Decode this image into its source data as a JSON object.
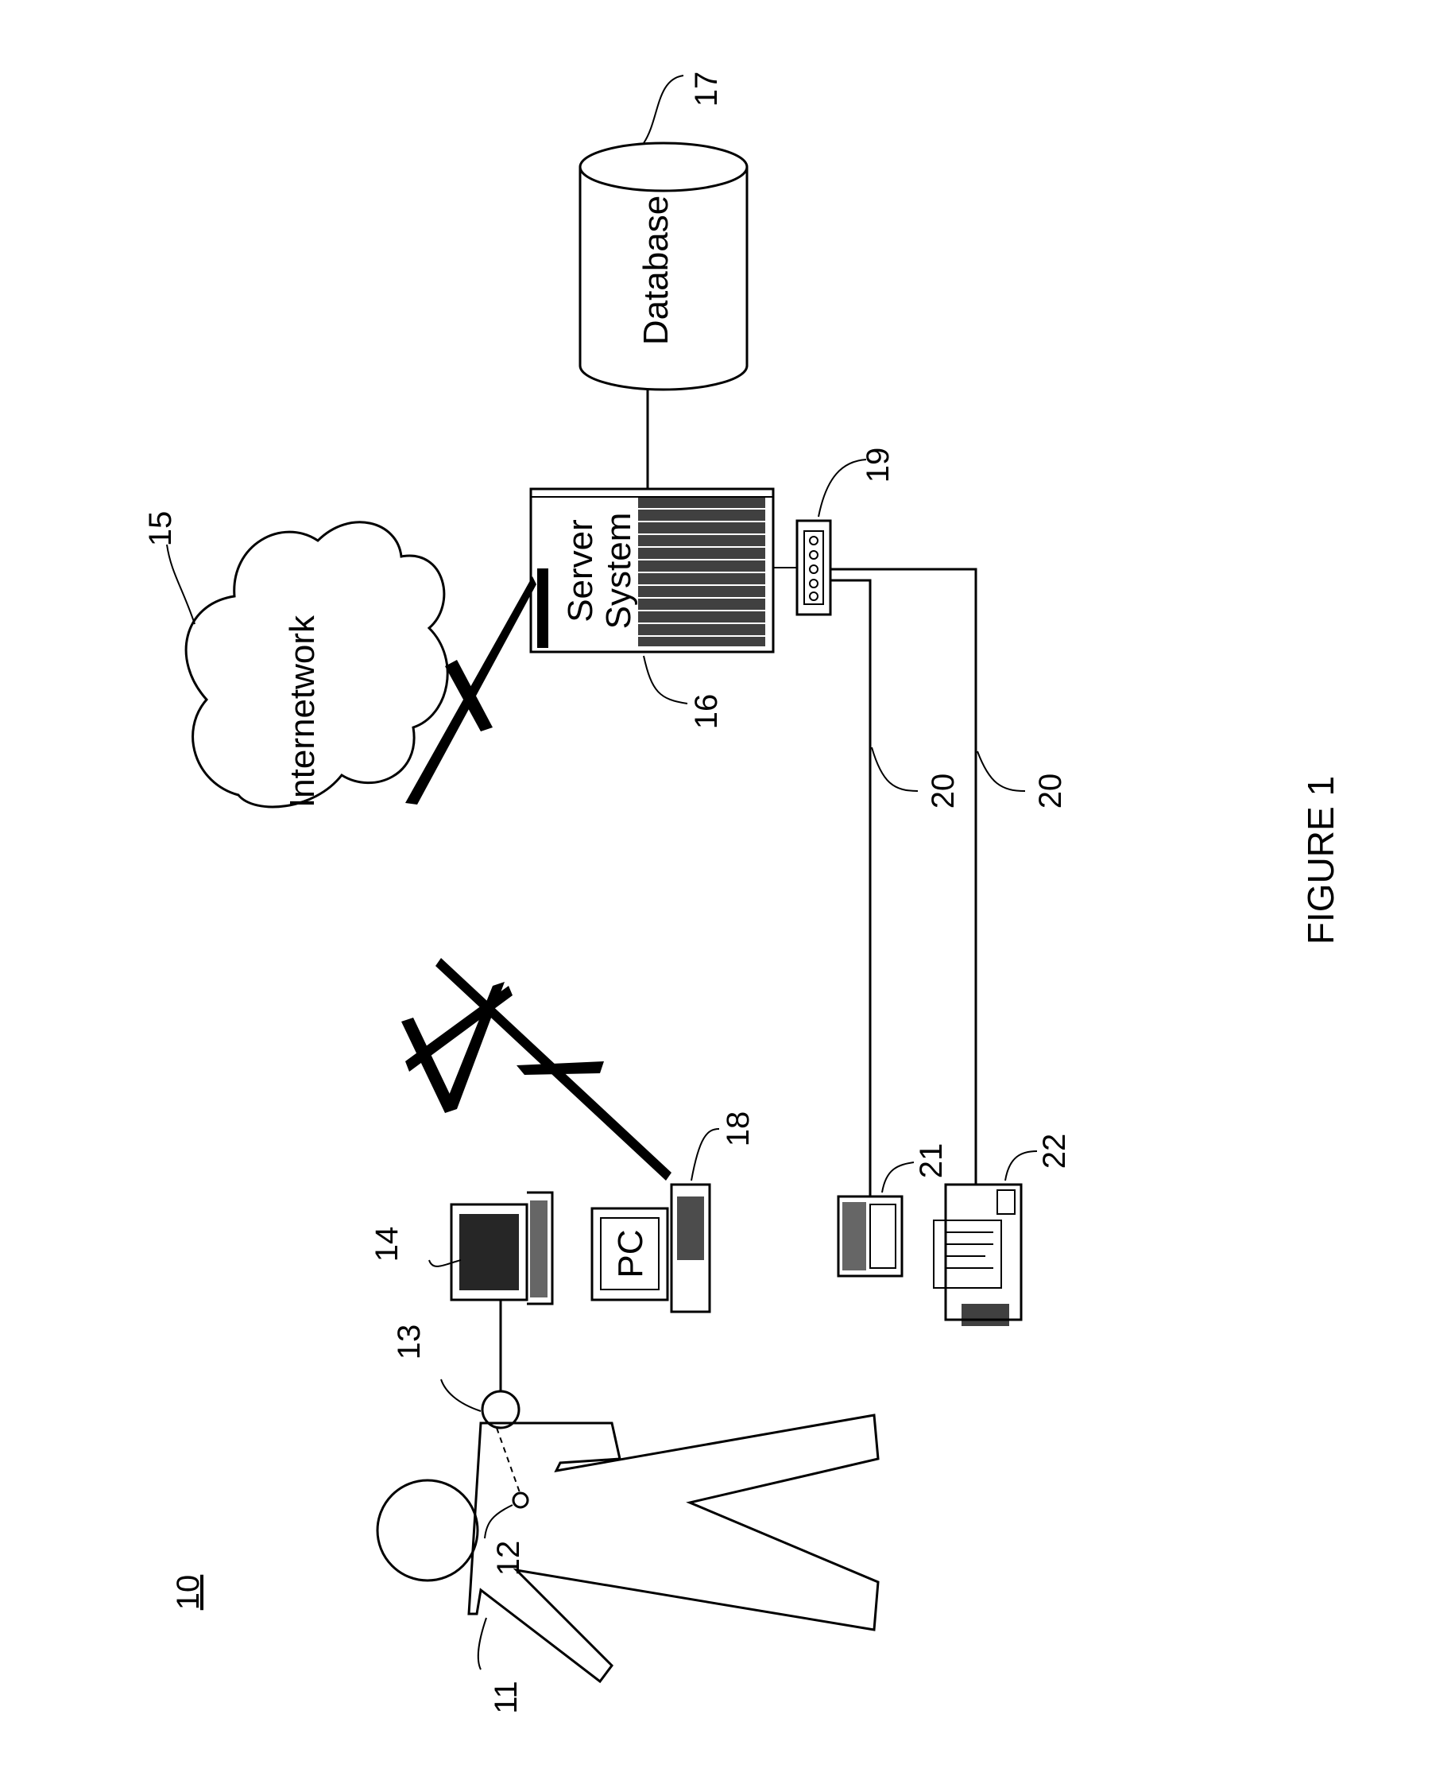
{
  "figure": {
    "caption": "FIGURE 1",
    "system_ref": "10"
  },
  "nodes": {
    "internetwork": {
      "label": "Internetwork",
      "ref": "15"
    },
    "server": {
      "label_line1": "Server",
      "label_line2": "System",
      "ref": "16"
    },
    "database": {
      "label": "Database",
      "ref": "17"
    },
    "personal_computer": {
      "label": "PC",
      "ref": "18"
    },
    "laptop": {
      "ref": "14"
    },
    "patient": {
      "ref": "11"
    },
    "implant": {
      "ref": "12"
    },
    "sensor": {
      "ref": "13"
    },
    "modem": {
      "ref": "19"
    },
    "phone_line_a": {
      "ref": "20"
    },
    "phone_line_b": {
      "ref": "20"
    },
    "telephone": {
      "ref": "21"
    },
    "fax": {
      "ref": "22"
    }
  }
}
